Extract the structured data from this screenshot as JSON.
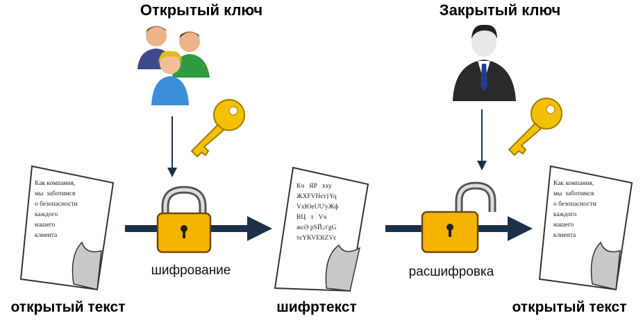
{
  "labels": {
    "public_key": "Открытый ключ",
    "private_key": "Закрытый ключ",
    "encryption": "шифрование",
    "decryption": "расшифровка",
    "plaintext_left": "открытый текст",
    "ciphertext": "шифртекст",
    "plaintext_right": "открытый текст"
  },
  "documents": {
    "plaintext_lines": [
      "Как компания,",
      "мы  заботимся",
      "о безопасности",
      "каждого",
      "нашего",
      "клиента"
    ],
    "ciphertext_lines": [
      "Кч   ЯР   хху",
      "ЖХFVНєт}Yq",
      "VхЮеUU'уЖф",
      "ВЦ   т   Vч",
      "жєӘ рSЙ;л'gG",
      "тєYКVЕRZVє"
    ]
  },
  "colors": {
    "arrow": "#1c3049",
    "lock_body": "#f6b400",
    "key": "#f2c200"
  },
  "icons": [
    "people-group-icon",
    "businessman-icon",
    "key-icon",
    "lock-closed-icon",
    "lock-open-icon",
    "document-icon"
  ]
}
